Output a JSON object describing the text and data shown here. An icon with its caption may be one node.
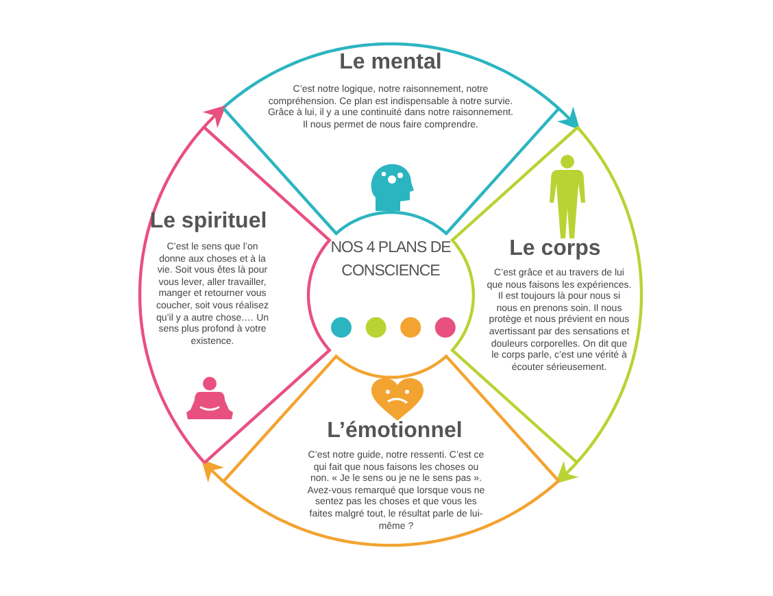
{
  "diagram": {
    "nodes": [
      {
        "text": [
          "NOS 4 PLANS DE CONSCIENCE"
        ]
      },
      {
        "text": [
          "Le mental",
          "C’est notre logique, notre raisonnement, notre compréhension. Ce plan est indispensable à notre survie. Grâce à lui, il y a une continuité dans notre raisonnement. Il nous permet de nous faire comprendre."
        ]
      },
      {
        "text": [
          "Le corps",
          "C’est grâce et au travers de lui que nous faisons les expériences. Il est toujours là pour nous si nous en prenons soin. Il nous protège et nous prévient en nous avertissant par des sensations et douleurs corporelles. On dit que le corps parle, c’est une vérité à écouter sérieusement."
        ]
      },
      {
        "text": [
          "L’émotionnel",
          "C’est notre guide, notre ressenti. C’est ce qui fait que nous faisons les choses ou non. « Je le sens ou je ne le sens pas ». Avez-vous remarqué que lorsque vous ne sentez pas les choses et que vous les faites malgré tout, le résultat parle de lui-même ?"
        ]
      },
      {
        "text": [
          "Le spirituel",
          "C’est le sens que l’on donne aux choses et à la vie. Soit vous êtes là pour vous lever, aller travailler, manger et retourner vous coucher, soit vous réalisez qu’il y a autre chose.… Un sens plus profond à votre existence."
        ]
      }
    ],
    "edges": [
      {
        "from": 1,
        "to": 2,
        "arrow": "to",
        "color": "#2bb5c0"
      },
      {
        "from": 2,
        "to": 3,
        "arrow": "to",
        "color": "#b9d334"
      },
      {
        "from": 3,
        "to": 4,
        "arrow": "to",
        "color": "#f3a330"
      },
      {
        "from": 4,
        "to": 1,
        "arrow": "to",
        "color": "#e8507f"
      }
    ]
  }
}
